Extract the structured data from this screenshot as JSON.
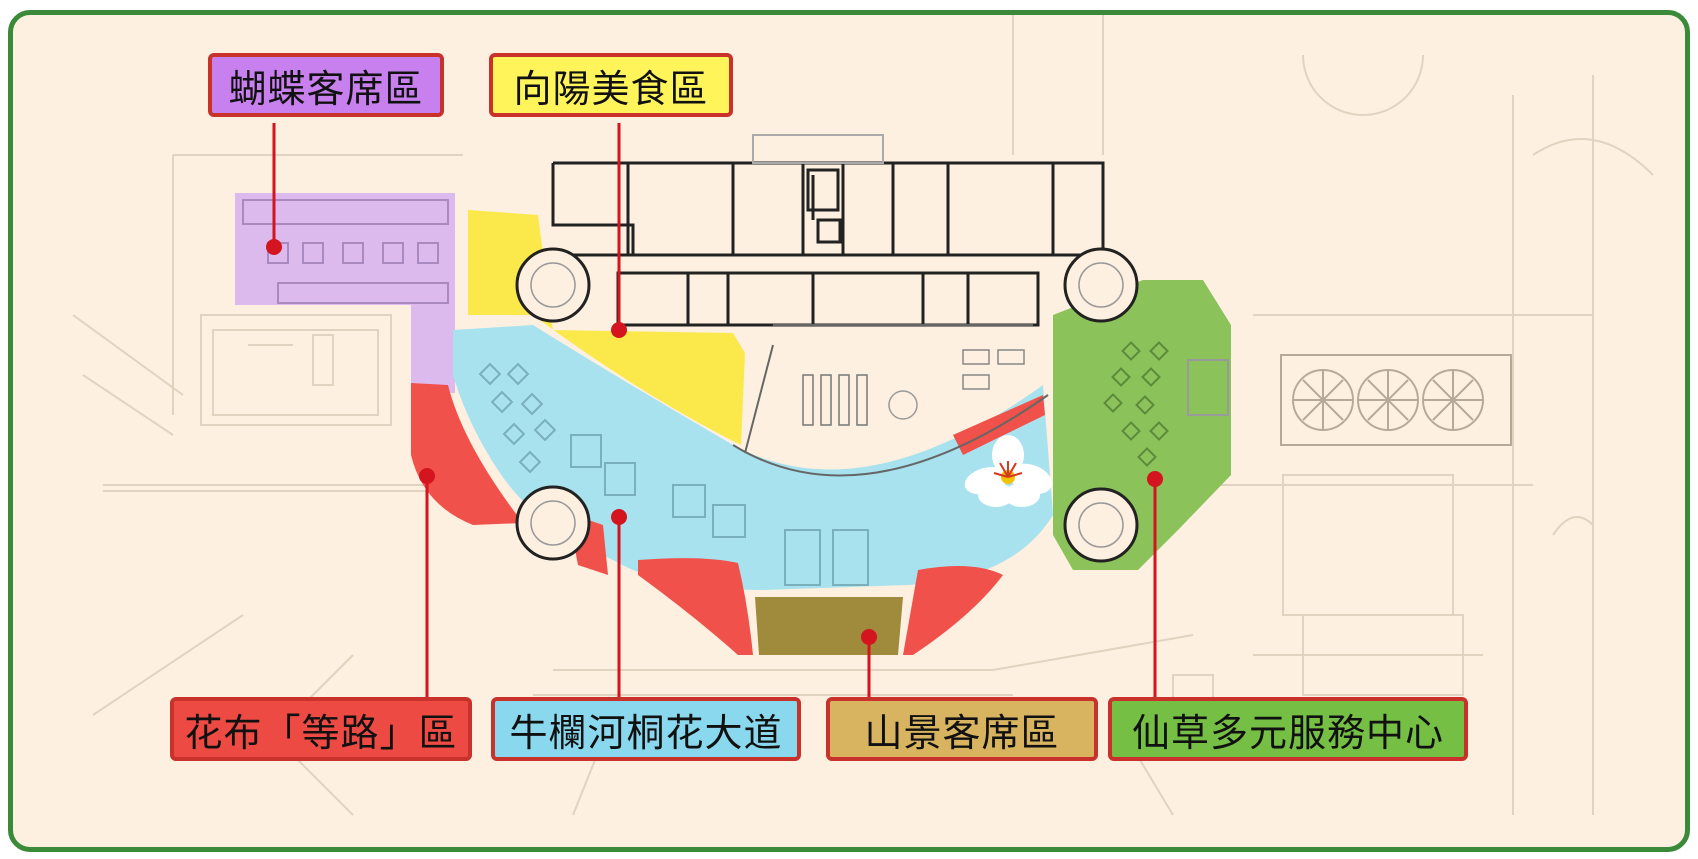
{
  "colors": {
    "background": "#fdf0e0",
    "frame_border": "#3a8a3a",
    "label_border": "#c8322a",
    "zone_butterfly": "#d9b4ee",
    "zone_food": "#fbe94c",
    "zone_avenue": "#a8e2ee",
    "zone_floral": "#f0514a",
    "zone_mountain": "#a08a3c",
    "zone_service": "#8cc25a",
    "wall": "#222222",
    "pin": "#d4141e"
  },
  "labels": {
    "butterfly": {
      "text": "蝴蝶客席區",
      "color": "#c880ee"
    },
    "food": {
      "text": "向陽美食區",
      "color": "#fff55a"
    },
    "floral": {
      "text": "花布「等路」區",
      "color": "#ee4a44"
    },
    "avenue": {
      "text": "牛欄河桐花大道",
      "color": "#8ad8ee"
    },
    "mountain": {
      "text": "山景客席區",
      "color": "#d8b460"
    },
    "service": {
      "text": "仙草多元服務中心",
      "color": "#76bf45"
    }
  },
  "icons": {
    "flower": "tung-blossom-icon",
    "pin": "location-pin-icon"
  }
}
